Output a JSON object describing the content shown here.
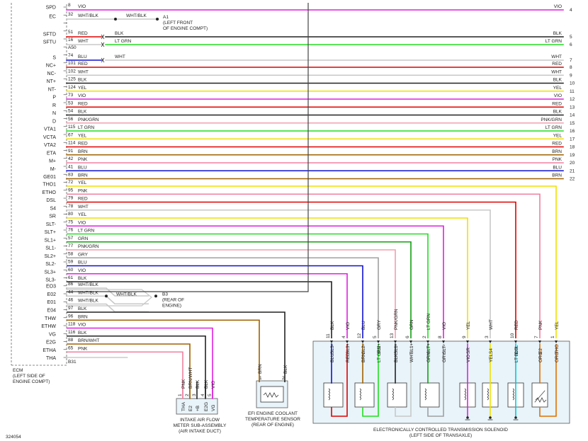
{
  "diagram_id": "324054",
  "ecm": {
    "label_lines": [
      "ECM",
      "(LEFT SIDE OF",
      "ENGINE COMPT)"
    ],
    "bottom_pin": "B31"
  },
  "top_rows": [
    {
      "sig": "SPD",
      "pin": "8",
      "wire": "VIO",
      "right": "VIO",
      "num": "4",
      "color": "#e020e0"
    },
    {
      "sig": "EC",
      "pin": "32",
      "wire": "WHT/BLK",
      "mid": "WHT/BLK",
      "ref": "A1",
      "ref_lines": [
        "(LEFT FRONT",
        "OF ENGINE COMPT)"
      ],
      "color": "#c8c8c8"
    },
    {
      "sig": "SFTD",
      "pin": "51",
      "wire": "RED",
      "mid": "BLK",
      "right": "BLK",
      "num": "5",
      "color": "#e00000",
      "color2": "#222222"
    },
    {
      "sig": "SFTU",
      "pin": "16",
      "wire": "WHT",
      "mid": "LT GRN",
      "right": "LT GRN",
      "num": "6",
      "color": "#c8c8c8",
      "color2": "#22dd22"
    },
    {
      "sig": "",
      "pin": "A50",
      "wire": "",
      "color": ""
    },
    {
      "sig": "S",
      "pin": "74",
      "wire": "BLU",
      "mid": "WHT",
      "right": "WHT",
      "num": "7",
      "color": "#1010d0",
      "color2": "#c8c8c8"
    }
  ],
  "rows": [
    {
      "sig": "NC+",
      "pin": "101",
      "wire": "RED",
      "right": "RED",
      "num": "8",
      "color": "#e00000"
    },
    {
      "sig": "NC-",
      "pin": "102",
      "wire": "WHT",
      "right": "WHT",
      "num": "9",
      "color": "#c8c8c8"
    },
    {
      "sig": "NT+",
      "pin": "125",
      "wire": "BLK",
      "right": "BLK",
      "num": "10",
      "color": "#222222"
    },
    {
      "sig": "NT-",
      "pin": "124",
      "wire": "YEL",
      "right": "YEL",
      "num": "11",
      "color": "#f0e000"
    },
    {
      "sig": "P",
      "pin": "73",
      "wire": "VIO",
      "right": "VIO",
      "num": "12",
      "color": "#e020e0"
    },
    {
      "sig": "R",
      "pin": "53",
      "wire": "RED",
      "right": "RED",
      "num": "13",
      "color": "#e00000"
    },
    {
      "sig": "N",
      "pin": "54",
      "wire": "BLK",
      "right": "BLK",
      "num": "14",
      "color": "#222222"
    },
    {
      "sig": "D",
      "pin": "56",
      "wire": "PNK/GRN",
      "right": "PNK/GRN",
      "num": "15",
      "color": "#f0a0b0"
    },
    {
      "sig": "VTA1",
      "pin": "115",
      "wire": "LT GRN",
      "right": "LT GRN",
      "num": "16",
      "color": "#22dd22"
    },
    {
      "sig": "VCTA",
      "pin": "67",
      "wire": "YEL",
      "right": "YEL",
      "num": "17",
      "color": "#f0e000"
    },
    {
      "sig": "VTA2",
      "pin": "114",
      "wire": "RED",
      "right": "RED",
      "num": "18",
      "color": "#e00000"
    },
    {
      "sig": "ETA",
      "pin": "91",
      "wire": "BRN",
      "right": "BRN",
      "num": "19",
      "color": "#a06000"
    },
    {
      "sig": "M+",
      "pin": "42",
      "wire": "PNK",
      "right": "PNK",
      "num": "20",
      "color": "#f080a0"
    },
    {
      "sig": "M-",
      "pin": "41",
      "wire": "BLU",
      "right": "BLU",
      "num": "21",
      "color": "#1010d0"
    },
    {
      "sig": "GE01",
      "pin": "83",
      "wire": "BRN",
      "right": "BRN",
      "num": "22",
      "color": "#a06000"
    }
  ],
  "drop_rows": [
    {
      "sig": "THO1",
      "pin": "72",
      "wire": "YEL",
      "color": "#f0e000"
    },
    {
      "sig": "ETHO",
      "pin": "95",
      "wire": "PNK",
      "color": "#f080a0"
    },
    {
      "sig": "DSL",
      "pin": "79",
      "wire": "RED",
      "color": "#e00000"
    },
    {
      "sig": "S4",
      "pin": "78",
      "wire": "WHT",
      "color": "#c8c8c8"
    },
    {
      "sig": "SR",
      "pin": "80",
      "wire": "YEL",
      "color": "#f0e000"
    },
    {
      "sig": "SLT-",
      "pin": "75",
      "wire": "VIO",
      "color": "#e020e0"
    },
    {
      "sig": "SLT+",
      "pin": "76",
      "wire": "LT GRN",
      "color": "#22dd22"
    },
    {
      "sig": "SL1+",
      "pin": "57",
      "wire": "GRN",
      "color": "#10a010"
    },
    {
      "sig": "SL1-",
      "pin": "77",
      "wire": "PNK/GRN",
      "color": "#f0a0b0"
    },
    {
      "sig": "SL2+",
      "pin": "58",
      "wire": "GRY",
      "color": "#a0a0a0"
    },
    {
      "sig": "SL2-",
      "pin": "59",
      "wire": "BLU",
      "color": "#1010d0"
    },
    {
      "sig": "SL3+",
      "pin": "60",
      "wire": "VIO",
      "color": "#e020e0"
    },
    {
      "sig": "SL3-",
      "pin": "61",
      "wire": "BLK",
      "color": "#222222"
    }
  ],
  "ground_rows": [
    {
      "sig": "EO3",
      "pin": "86",
      "wire": "WHT/BLK"
    },
    {
      "sig": "E02",
      "pin": "44",
      "wire": "WHT/BLK",
      "mid": "WHT/BLK",
      "ref": "B3",
      "ref_lines": [
        "(REAR OF",
        "ENGINE)"
      ]
    },
    {
      "sig": "E01",
      "pin": "46",
      "wire": "WHT/BLK"
    }
  ],
  "lower_rows": [
    {
      "sig": "E04",
      "pin": "97",
      "wire": "BLK",
      "color": "#222222"
    },
    {
      "sig": "THW",
      "pin": "96",
      "wire": "BRN",
      "color": "#a06000"
    },
    {
      "sig": "ETHW",
      "pin": "118",
      "wire": "VIO",
      "color": "#e020e0"
    },
    {
      "sig": "VG",
      "pin": "116",
      "wire": "BLK",
      "color": "#222222"
    },
    {
      "sig": "E2G",
      "pin": "88",
      "wire": "BRN/WHT",
      "color": "#a06000"
    },
    {
      "sig": "ETHA",
      "pin": "65",
      "wire": "PNK",
      "color": "#f080a0"
    },
    {
      "sig": "THA",
      "pin": "",
      "wire": "",
      "color": ""
    }
  ],
  "maf": {
    "wires": [
      "PNK",
      "BRN/WHT",
      "BLK",
      "BLK",
      "VIO"
    ],
    "pin_nums": [
      "1",
      "2",
      "3",
      "4",
      "5"
    ],
    "pins": [
      "THA",
      "E2",
      "+B",
      "E2G",
      "VG"
    ],
    "label_lines": [
      "INTAKE AIR FLOW",
      "METER SUB-ASSEMBLY",
      "(AIR INTAKE DUCT)"
    ]
  },
  "coolant": {
    "wires": [
      "BRN",
      "BLK"
    ],
    "pin_nums": [
      "1",
      "2"
    ],
    "label_lines": [
      "EFI ENGINE COOLANT",
      "TEMPERATURE SENSOR",
      "(REAR OF ENGINE)"
    ]
  },
  "solenoid": {
    "label_lines": [
      "ELECTRONICALLY CONTROLLED TRANSMISSION SOLENOID",
      "(LEFT SIDE OF TRANSAXLE)"
    ],
    "pins": [
      {
        "name": "SL3-",
        "num": "11",
        "wire": "BLK",
        "inner": "BLU"
      },
      {
        "name": "SL3+",
        "num": "4",
        "wire": "VIO",
        "inner": "RED"
      },
      {
        "name": "SL2-",
        "num": "12",
        "wire": "BLU",
        "inner": "BRN"
      },
      {
        "name": "SL2+",
        "num": "5",
        "wire": "GRY",
        "inner": "LT GRN"
      },
      {
        "name": "SL1-",
        "num": "13",
        "wire": "PNK/GRN",
        "inner": "BLK"
      },
      {
        "name": "SL1+",
        "num": "6",
        "wire": "GRN",
        "inner": "WHT"
      },
      {
        "name": "SLT+",
        "num": "2",
        "wire": "LT GRN",
        "inner": "GRN"
      },
      {
        "name": "SLT-",
        "num": "8",
        "wire": "VIO",
        "inner": "GRY"
      },
      {
        "name": "SR",
        "num": "9",
        "wire": "YEL",
        "inner": "VIO"
      },
      {
        "name": "S4",
        "num": "3",
        "wire": "WHT",
        "inner": "YEL"
      },
      {
        "name": "DSL",
        "num": "10",
        "wire": "RED",
        "inner": "LT BLU"
      },
      {
        "name": "E2",
        "num": "7",
        "wire": "PNK",
        "inner": "ORG"
      },
      {
        "name": "THO",
        "num": "1",
        "wire": "YEL",
        "inner": "ORG"
      }
    ]
  }
}
